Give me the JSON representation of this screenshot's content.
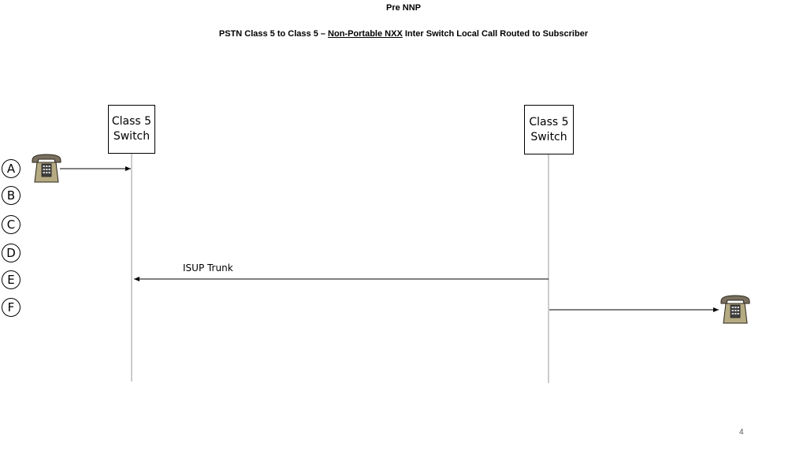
{
  "header": {
    "title": "Pre NNP",
    "subtitle_prefix": "PSTN Class 5 to Class 5 – ",
    "subtitle_underlined": "Non-Portable NXX",
    "subtitle_suffix": " Inter Switch Local Call Routed to Subscriber"
  },
  "switches": [
    {
      "line1": "Class 5",
      "line2": "Switch"
    },
    {
      "line1": "Class 5",
      "line2": "Switch"
    }
  ],
  "steps": [
    "A",
    "B",
    "C",
    "D",
    "E",
    "F"
  ],
  "trunk_label": "ISUP Trunk",
  "icons": {
    "originating": "telephone-icon",
    "terminating": "telephone-icon"
  },
  "page_number": "4"
}
